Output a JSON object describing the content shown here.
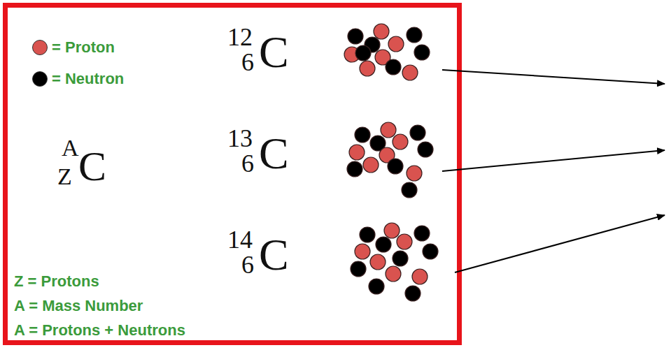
{
  "diagram": {
    "labels": [
      "A",
      "Z",
      "C",
      "12",
      "6",
      "C",
      "13",
      "6",
      "C",
      "14",
      "6",
      "C",
      "Z = Protons",
      "A = Mass Number",
      "A = Protons + Neutrons"
    ],
    "legend": [
      {
        "text": "= Proton",
        "color": "#d9534f"
      },
      {
        "text": "= Neutron",
        "color": "#000000"
      }
    ]
  }
}
